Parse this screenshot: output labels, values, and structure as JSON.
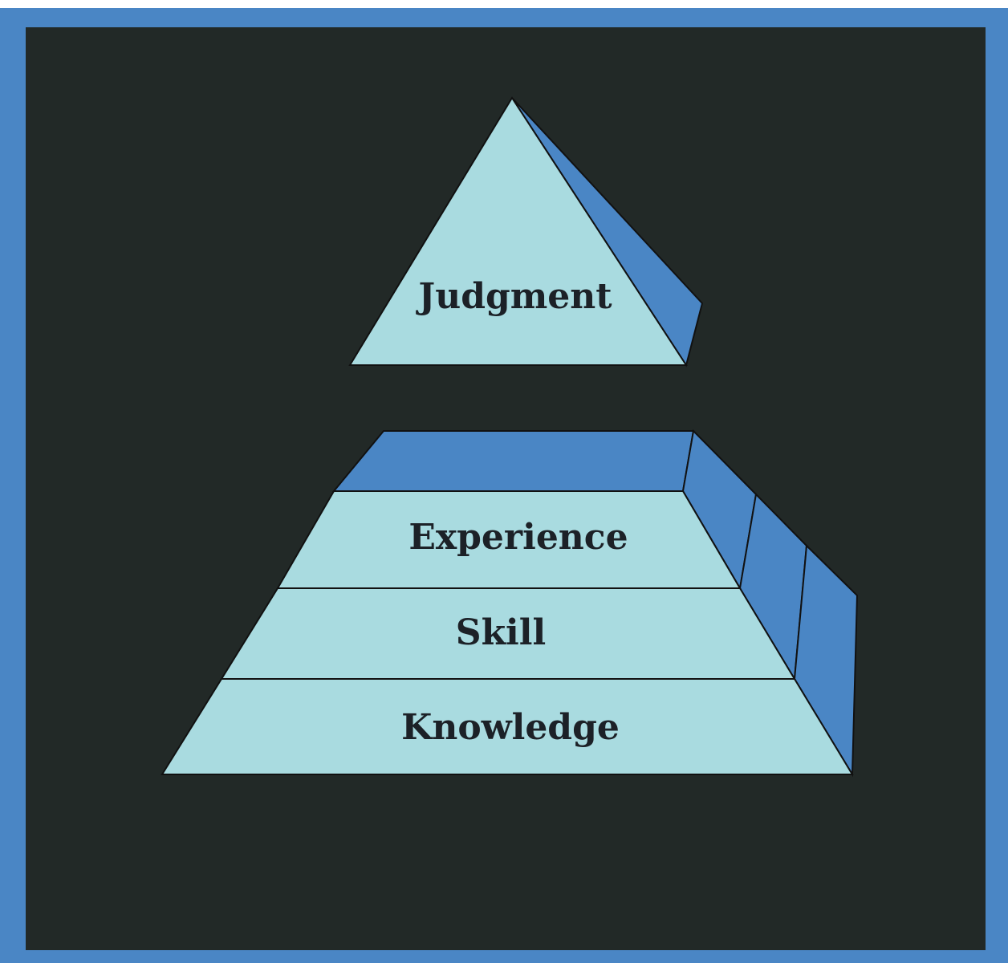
{
  "colors": {
    "border": "#4a86c5",
    "background": "#222927",
    "face": "#a9dbe0",
    "side": "#4a86c5",
    "outline": "#111111"
  },
  "pyramid": {
    "apex": {
      "label": "Judgment"
    },
    "levels": [
      {
        "label": "Experience"
      },
      {
        "label": "Skill"
      },
      {
        "label": "Knowledge"
      }
    ]
  }
}
